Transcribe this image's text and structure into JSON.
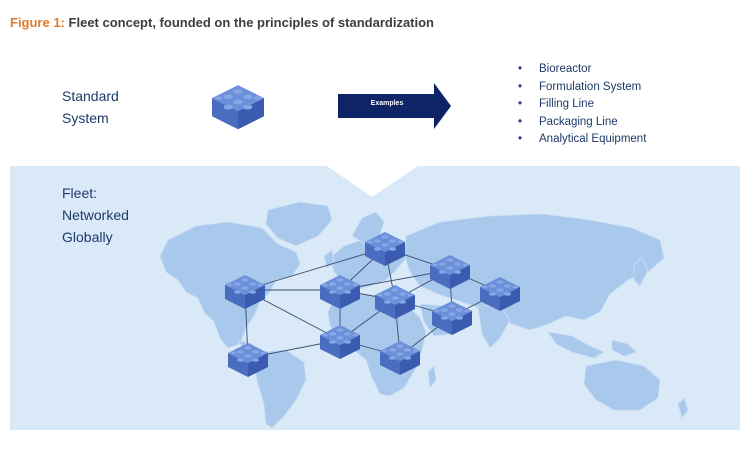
{
  "figure": {
    "label": "Figure 1:",
    "title": "Fleet concept, founded on the principles of standardization"
  },
  "standard_system": {
    "line1": "Standard",
    "line2": "System"
  },
  "arrow": {
    "label": "Examples"
  },
  "examples": [
    "Bioreactor",
    "Formulation System",
    "Filling Line",
    "Packaging Line",
    "Analytical Equipment"
  ],
  "fleet": {
    "line1": "Fleet:",
    "line2": "Networked",
    "line3": "Globally"
  },
  "colors": {
    "accent": "#e07b2e",
    "title_text": "#3d3d3d",
    "navy": "#1e3a68",
    "arrow": "#0e2466",
    "panel": "#d9e9f7",
    "land": "#a8c9ec",
    "network_line": "#3a4a6a",
    "block_top": "#6b8fd9",
    "block_left": "#4a6dc2",
    "block_right": "#3a5bb0"
  },
  "icons": {
    "block": "building-block-icon",
    "arrow": "right-arrow-icon",
    "bullet": "bullet-icon"
  }
}
